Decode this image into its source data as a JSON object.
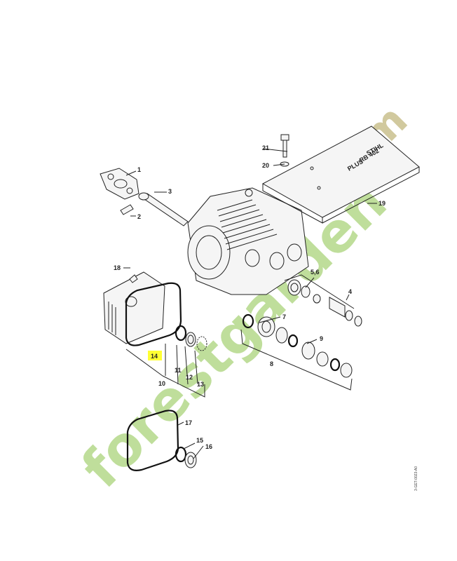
{
  "diagram": {
    "part_labels": [
      "1",
      "2",
      "3",
      "4",
      "5,6",
      "7",
      "8",
      "9",
      "10",
      "11",
      "12",
      "13",
      "14",
      "15",
      "16",
      "17",
      "18",
      "19",
      "20",
      "21"
    ],
    "highlighted_label": "14",
    "highlight_color": "#ffff33",
    "cover_brand": "STIHL",
    "cover_model": "RB 402",
    "cover_variant": "PLUS",
    "drawing_code": "3-GET-0023-A0"
  },
  "watermark": {
    "text_main": "forestgarden",
    "text_com": ".com",
    "color_green": "#b5d98a",
    "color_orange": "#f5b26b"
  }
}
